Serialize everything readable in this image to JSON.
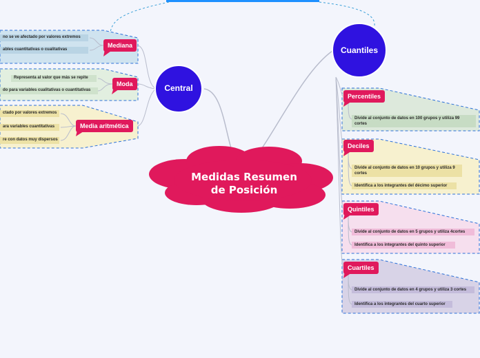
{
  "central_topic": {
    "line1": "Medidas Resumen",
    "line2": "de Posición"
  },
  "colors": {
    "background": "#f3f5fc",
    "circle": "#2f12e0",
    "cloud": "#e0195c",
    "tag": "#e0195c",
    "connector": "#b8bccc",
    "dashed_border": "#2b70d8",
    "top_bar": "#1e90ff"
  },
  "central": {
    "label": "Central",
    "mediana": {
      "label": "Mediana",
      "items": [
        "no se ve afectado por valores extremos",
        "ables cuantitativas o cualitativas"
      ]
    },
    "moda": {
      "label": "Moda",
      "items": [
        "Representa al valor que más se repite",
        "do para variables cualitativas o cuantitativas"
      ]
    },
    "media": {
      "label": "Media aritmética",
      "items": [
        "ctado por valores extremos",
        "ara variables cuantitativas",
        "re con datos muy dispersos"
      ]
    }
  },
  "cuantiles": {
    "label": "Cuantiles",
    "percentiles": {
      "label": "Percentiles",
      "items": [
        "Divide al conjunto de datos en 100 grupos y utiliza 99",
        "cortes"
      ]
    },
    "deciles": {
      "label": "Deciles",
      "items": [
        "Divide al conjunto de datos en 10 grupos y utiliza 9",
        "cortes",
        "Identifica a los integrantes del décimo superior"
      ]
    },
    "quintiles": {
      "label": "Quintiles",
      "items": [
        "Divide al conjunto de datos en 5 grupos y utiliza 4cortes",
        "Identifica a los integrantes del quinto superior"
      ]
    },
    "cuartiles": {
      "label": "Cuartiles",
      "items": [
        "Divide al conjunto de datos en 4 grupos y utiliza 3 cortes",
        "Identifica a los integrantes del cuarto superior"
      ]
    }
  }
}
